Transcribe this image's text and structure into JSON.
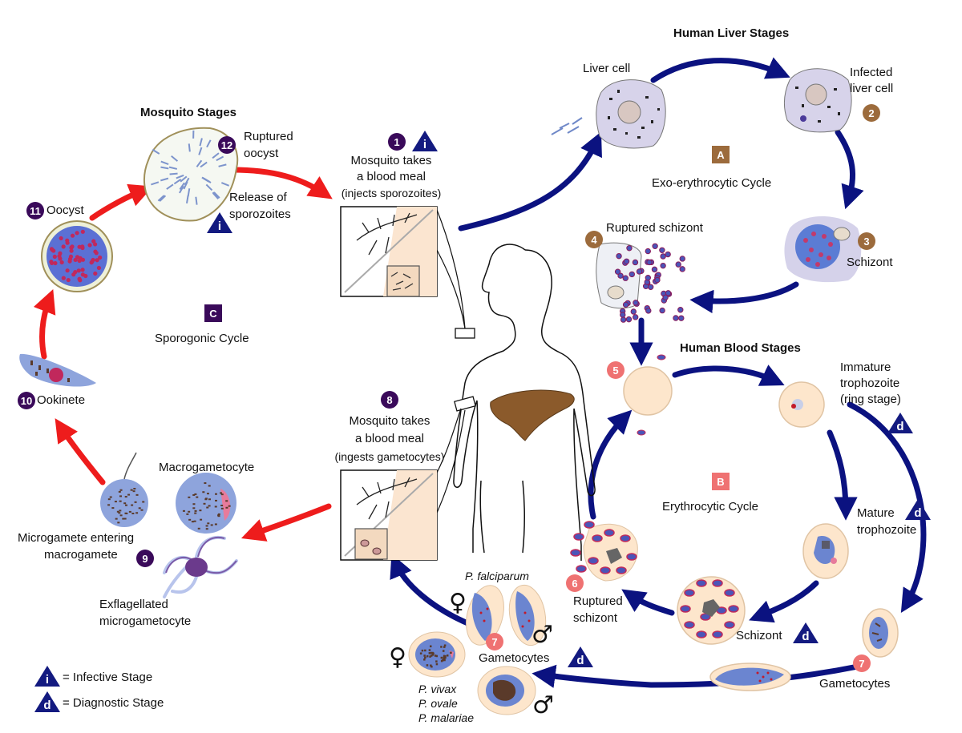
{
  "colors": {
    "mosquito_arrow": "#ee1c1c",
    "human_arrow": "#0b1280",
    "mosquito_badge": "#3a0a5a",
    "liver_badge": "#9c6b3c",
    "blood_badge": "#ef7272",
    "marker_triangle": "#131a80",
    "parasite": "#7c1a6c",
    "cell_fill": "#fde6cc",
    "liver_organ": "#8b5a2b"
  },
  "sections": {
    "liver_title": "Human Liver Stages",
    "blood_title": "Human Blood Stages",
    "mosquito_title": "Mosquito Stages"
  },
  "cycles": {
    "a_letter": "A",
    "a_name": "Exo-erythrocytic Cycle",
    "b_letter": "B",
    "b_name": "Erythrocytic Cycle",
    "c_letter": "C",
    "c_name": "Sporogonic Cycle"
  },
  "steps": {
    "s1_num": "1",
    "s1_line1": "Mosquito takes",
    "s1_line2": "a blood meal",
    "s1_line3": "(injects sporozoites)",
    "liver_cell": "Liver cell",
    "s2_num": "2",
    "s2_line1": "Infected",
    "s2_line2": "liver cell",
    "s3_num": "3",
    "s3_label": "Schizont",
    "s4_num": "4",
    "s4_label": "Ruptured schizont",
    "s5_num": "5",
    "immature_line1": "Immature",
    "immature_line2": "trophozoite",
    "immature_line3": "(ring stage)",
    "mature_line1": "Mature",
    "mature_line2": "trophozoite",
    "schizont_label": "Schizont",
    "s6_num": "6",
    "s6_line1": "Ruptured",
    "s6_line2": "schizont",
    "s7_num": "7",
    "gametocytes_label": "Gametocytes",
    "s7b_num": "7",
    "gametocytes_label2": "Gametocytes",
    "falciparum": "P. falciparum",
    "vivax": "P. vivax",
    "ovale": "P. ovale",
    "malariae": "P. malariae",
    "female_symbol": "♀",
    "male_symbol": "♂",
    "s8_num": "8",
    "s8_line1": "Mosquito takes",
    "s8_line2": "a blood meal",
    "s8_line3": "(ingests gametocytes)",
    "macrogametocyte": "Macrogametocyte",
    "s9_num": "9",
    "micro_entering_line1": "Microgamete entering",
    "micro_entering_line2": "macrogamete",
    "exflag_line1": "Exflagellated",
    "exflag_line2": "microgametocyte",
    "s10_num": "10",
    "ookinete": "Ookinete",
    "s11_num": "11",
    "oocyst": "Oocyst",
    "s12_num": "12",
    "ruptured_oocyst_line1": "Ruptured",
    "ruptured_oocyst_line2": "oocyst",
    "release_line1": "Release of",
    "release_line2": "sporozoites"
  },
  "markers": {
    "infective_letter": "i",
    "diagnostic_letter": "d"
  },
  "legend": {
    "infective_letter": "i",
    "infective_text": "= Infective Stage",
    "diagnostic_letter": "d",
    "diagnostic_text": "= Diagnostic Stage"
  }
}
